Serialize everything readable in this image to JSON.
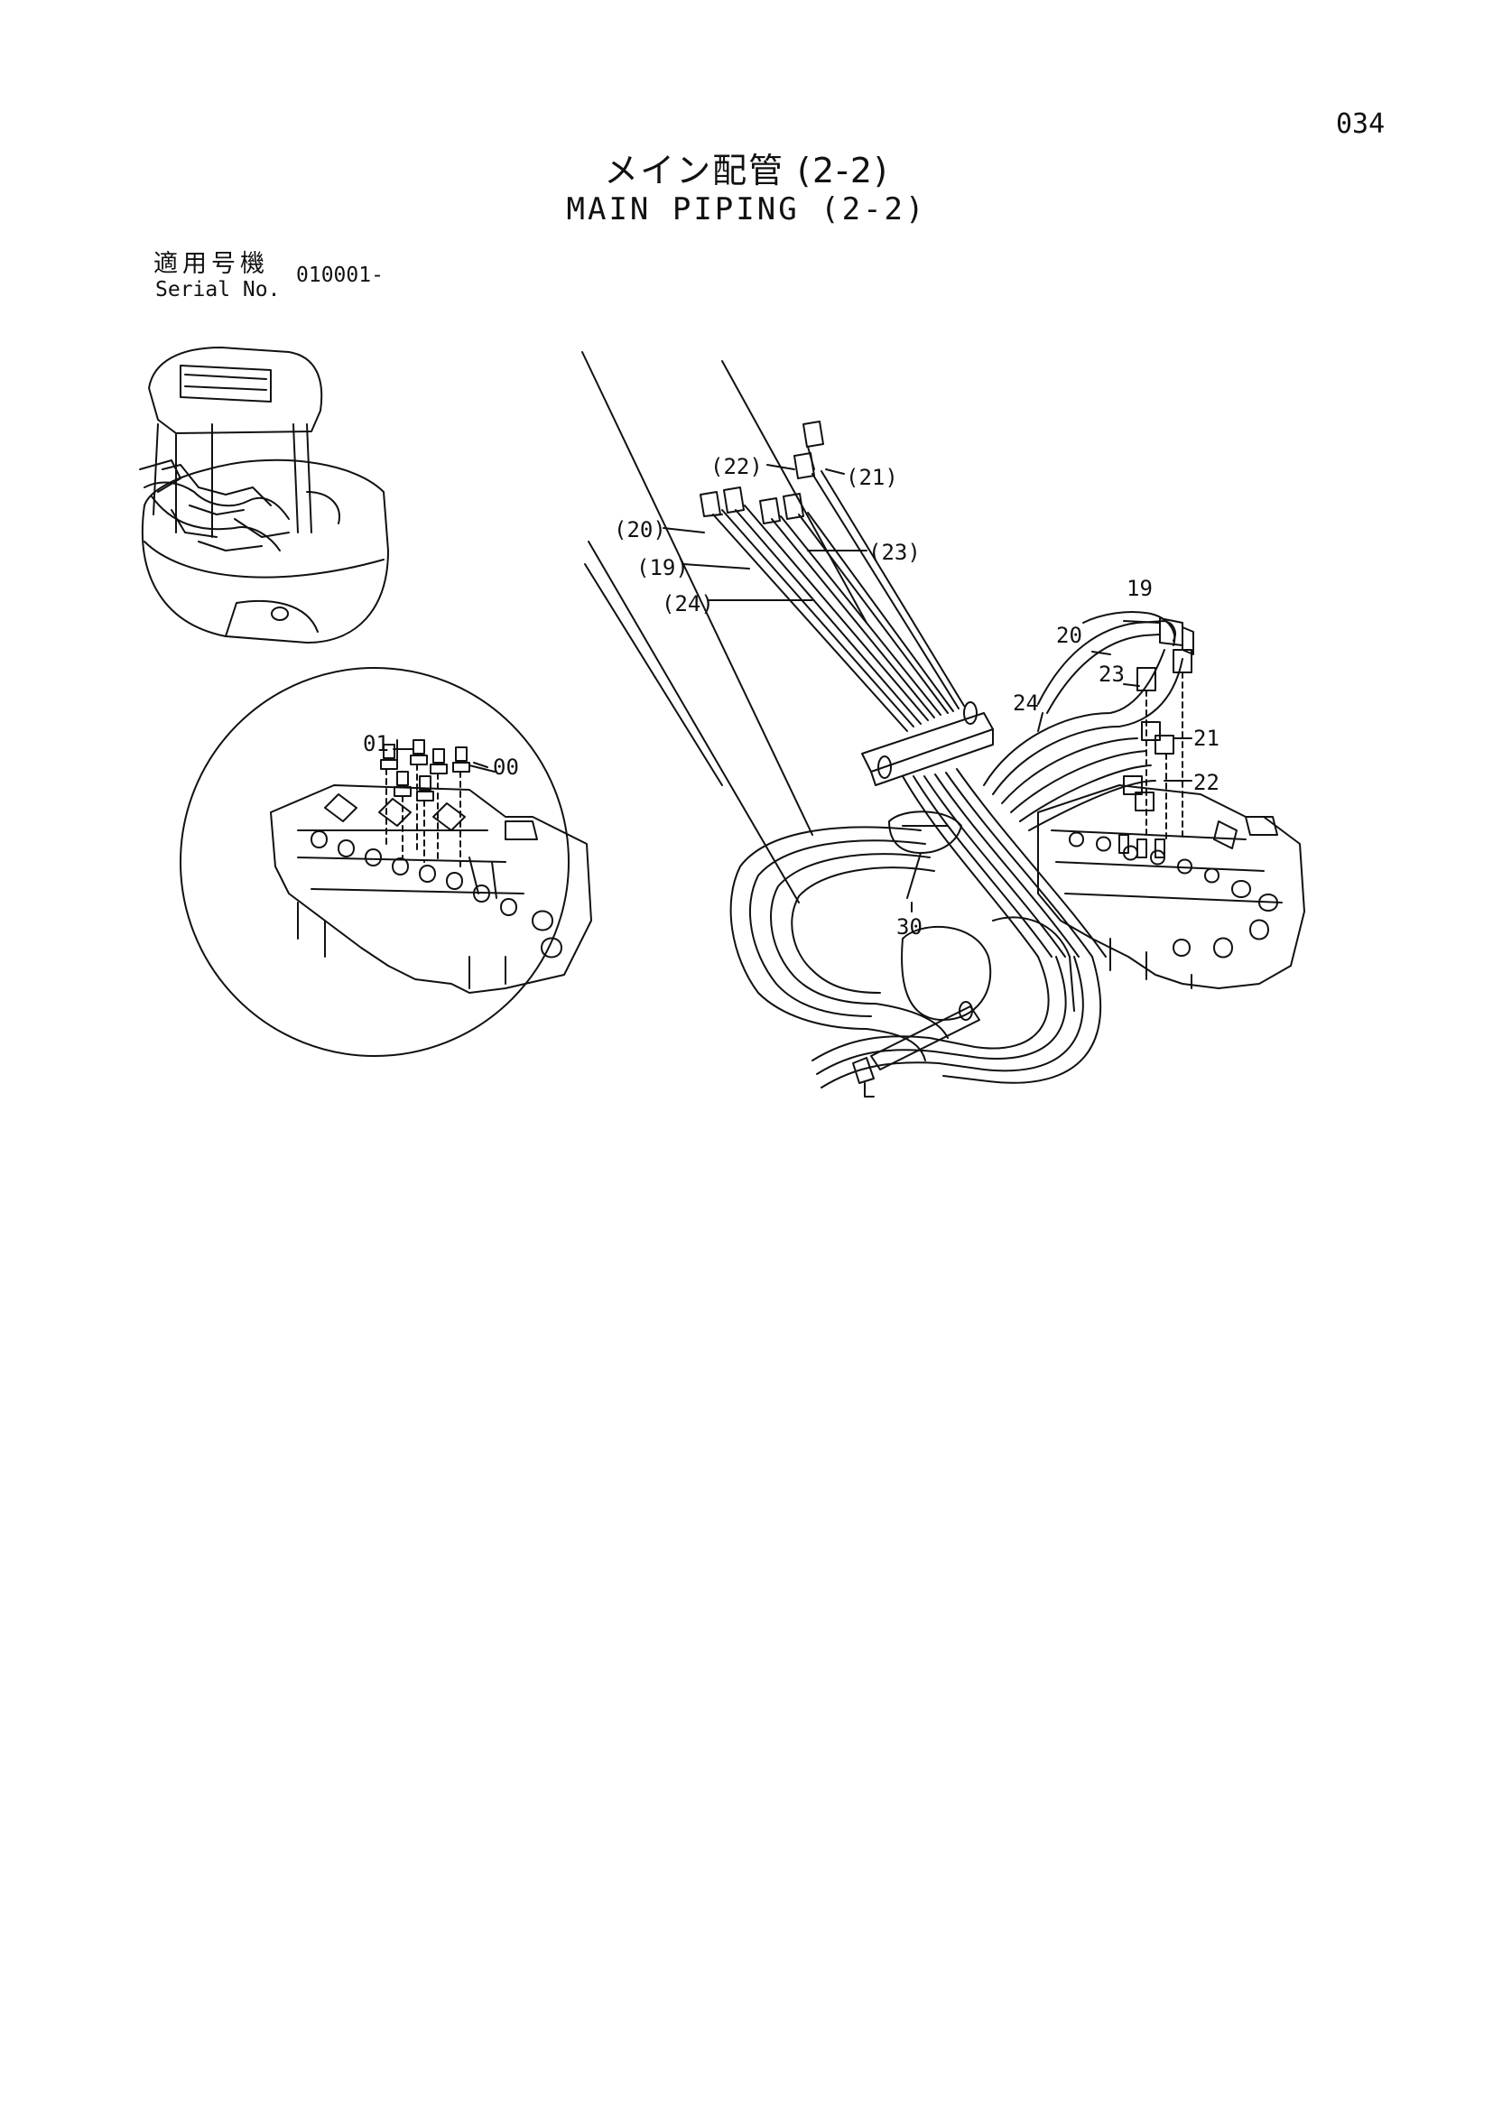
{
  "page_number": "034",
  "title_ja": "メイン配管 (2-2)",
  "title_en": "MAIN PIPING (2-2)",
  "serial": {
    "label_ja": "適用号機",
    "label_en": "Serial No.",
    "value": "010001-"
  },
  "callouts": {
    "c22": "(22)",
    "c21": "(21)",
    "c20": "(20)",
    "c23": "(23)",
    "c19": "(19)",
    "c24": "(24)",
    "n19": "19",
    "n20": "20",
    "n23": "23",
    "n24": "24",
    "n21": "21",
    "n22": "22",
    "n30": "30",
    "n01": "01",
    "n00": "00"
  }
}
